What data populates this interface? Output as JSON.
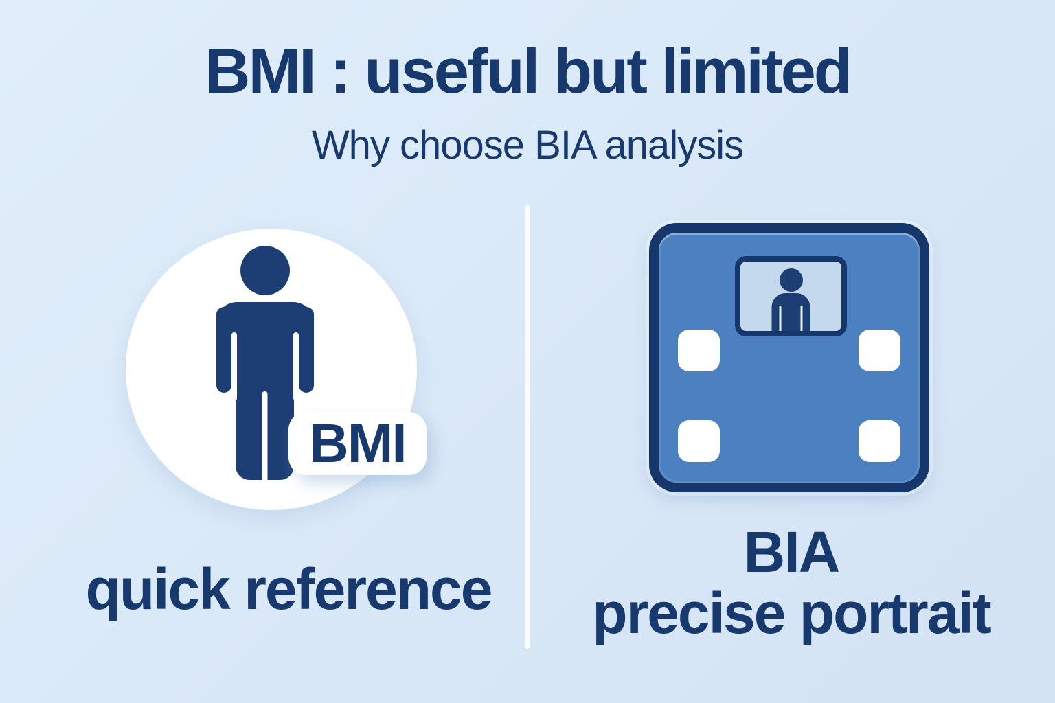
{
  "header": {
    "title": "BMI : useful but limited",
    "subtitle": "Why choose BIA analysis"
  },
  "left_panel": {
    "badge_label": "BMI",
    "caption": "quick reference",
    "icon_name": "person-icon"
  },
  "right_panel": {
    "caption_line1": "BIA",
    "caption_line2": "precise portrait",
    "icon_name": "body-fat-scale-icon"
  },
  "colors": {
    "background_top": "#e0eefb",
    "background_bottom": "#d3e3f4",
    "navy_text": "#17396d",
    "icon_navy": "#1c3e74",
    "scale_body": "#4b80c1",
    "scale_border": "#15376b",
    "screen_bg": "#c5d9ec",
    "screen_person": "#1c3e74",
    "electrode_white": "#ffffff",
    "divider_white": "#ffffff",
    "circle_white": "#ffffff"
  }
}
